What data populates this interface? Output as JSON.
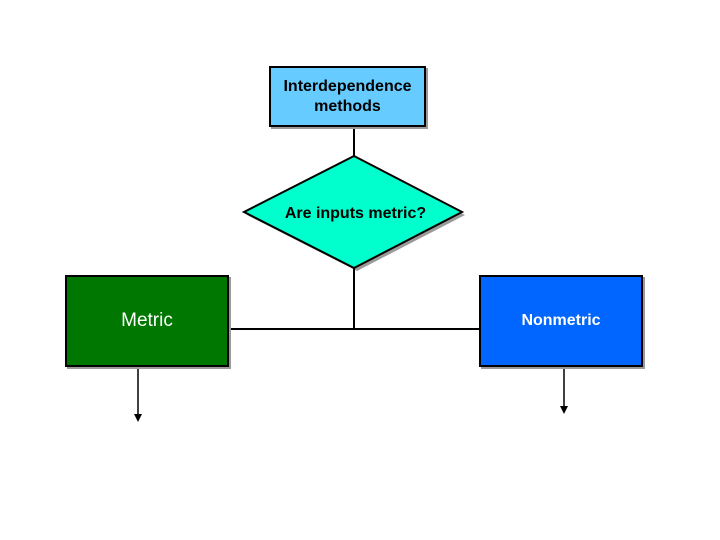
{
  "nodes": {
    "top": {
      "label": "Interdependence\nmethods",
      "fill": "#66ccff"
    },
    "decision": {
      "label": "Are inputs metric?",
      "fill": "#00ffcc"
    },
    "metric": {
      "label": "Metric",
      "fill": "#007700"
    },
    "nonmetric": {
      "label": "Nonmetric",
      "fill": "#0066ff"
    }
  }
}
